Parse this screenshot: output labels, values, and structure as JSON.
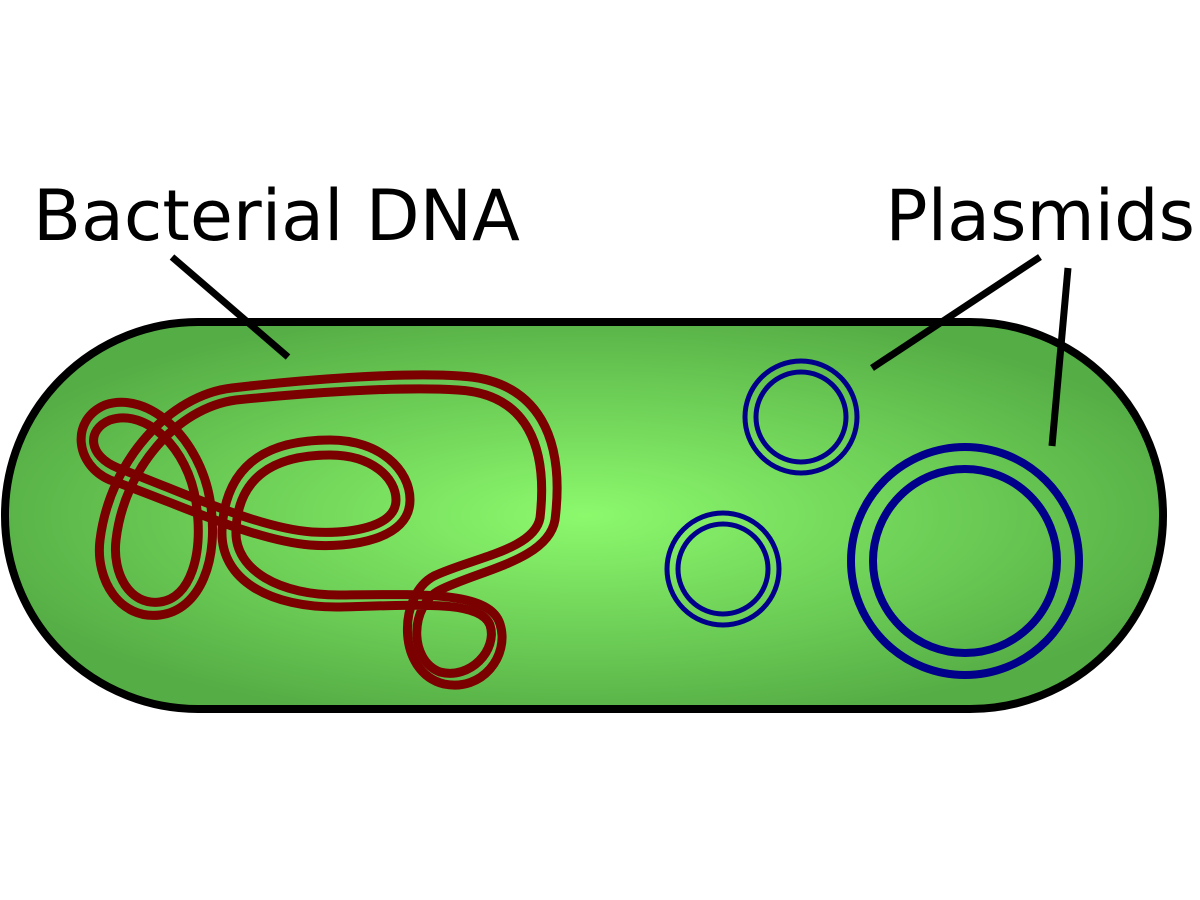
{
  "labels": {
    "dna": "Bacterial DNA",
    "plasmids": "Plasmids"
  },
  "colors": {
    "background": "#ffffff",
    "cell_center": "#8cf96d",
    "cell_edge": "#55ad45",
    "cell_outline": "#000000",
    "dna": "#7b0000",
    "plasmid": "#00008b",
    "leader_line": "#000000"
  },
  "parts": {
    "cell": "bacterial-cell",
    "dna": "bacterial-dna-loop",
    "plasmids": [
      "plasmid-small-top",
      "plasmid-small-bottom",
      "plasmid-large"
    ]
  }
}
